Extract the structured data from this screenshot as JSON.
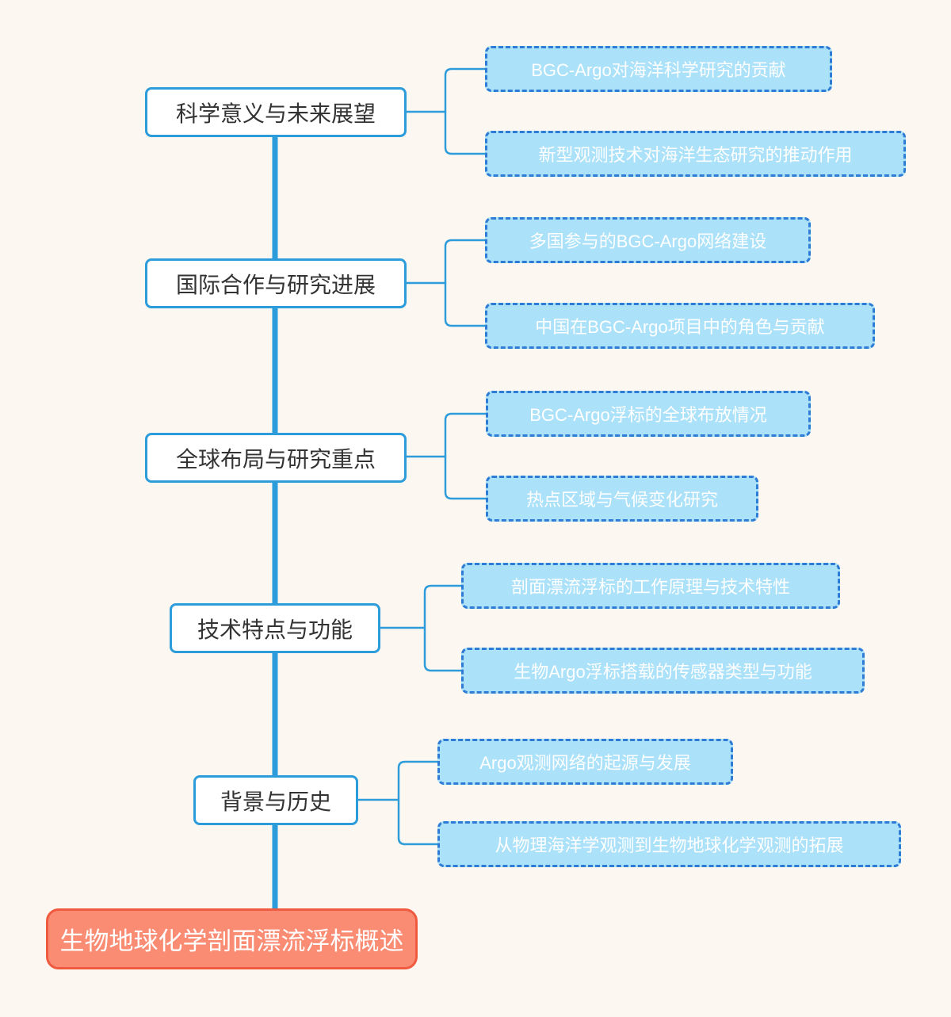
{
  "root": {
    "label": "生物地球化学剖面漂流浮标概述"
  },
  "branches": [
    {
      "label": "科学意义与未来展望",
      "children": [
        {
          "label": "BGC-Argo对海洋科学研究的贡献"
        },
        {
          "label": "新型观测技术对海洋生态研究的推动作用"
        }
      ]
    },
    {
      "label": "国际合作与研究进展",
      "children": [
        {
          "label": "多国参与的BGC-Argo网络建设"
        },
        {
          "label": "中国在BGC-Argo项目中的角色与贡献"
        }
      ]
    },
    {
      "label": "全球布局与研究重点",
      "children": [
        {
          "label": "BGC-Argo浮标的全球布放情况"
        },
        {
          "label": "热点区域与气候变化研究"
        }
      ]
    },
    {
      "label": "技术特点与功能",
      "children": [
        {
          "label": "剖面漂流浮标的工作原理与技术特性"
        },
        {
          "label": "生物Argo浮标搭载的传感器类型与功能"
        }
      ]
    },
    {
      "label": "背景与历史",
      "children": [
        {
          "label": "Argo观测网络的起源与发展"
        },
        {
          "label": "从物理海洋学观测到生物地球化学观测的拓展"
        }
      ]
    }
  ],
  "colors": {
    "background": "#FCF7F0",
    "line": "#2D9CDB",
    "branch_border": "#2D9CDB",
    "branch_text": "#333333",
    "child_bg": "#ABE1F9",
    "child_border": "#2E7CD6",
    "child_text": "#FFFFFF",
    "root_bg": "#F98C73",
    "root_border": "#F05A41",
    "root_text": "#FFFFFF"
  }
}
